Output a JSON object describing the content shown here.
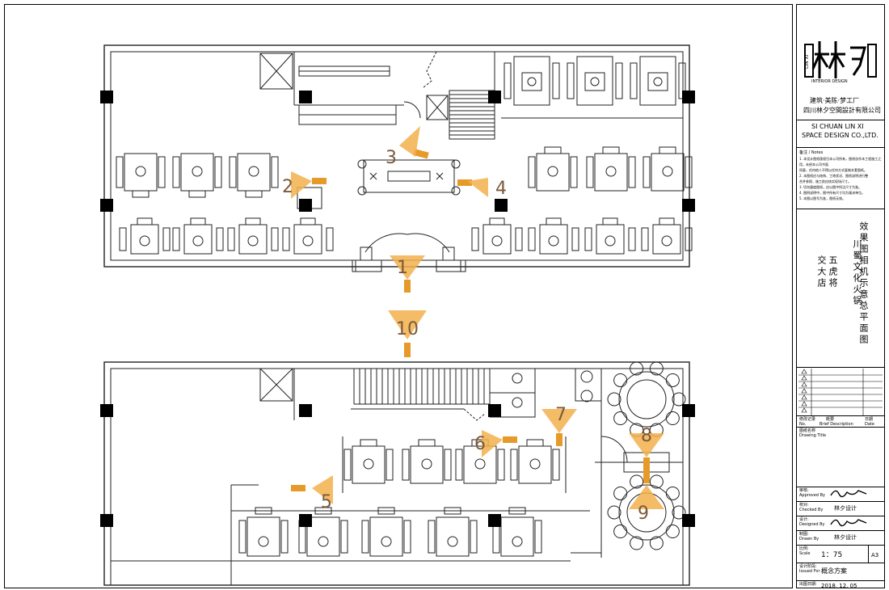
{
  "title_block": {
    "logo_text": "林夕",
    "logo_brand": "LIN XI",
    "logo_sub": "INTERIOR DESIGN",
    "company_line1": "建筑·美陈·梦工厂",
    "company_line2": "四川林夕空間設計有限公司",
    "english_line1": "SI CHUAN LIN XI",
    "english_line2": "SPACE DESIGN CO.,LTD.",
    "notes_title": "备注 / Notes",
    "notes": [
      "1. 本设计图纸版权归本公司所有，图纸仅作本工程施工之用，未经本公司书面",
      "同意，任何他人不得以任何方式复制本套图纸。",
      "2. 本图纸应与结构、工地状况、图纸说明进行整",
      "合并参照，施工前应核实现场尺寸。",
      "3. 切勿量度图纸，应以图中所注尺寸为准。",
      "4. 图例说明中，图中所有尺寸均为毫米单位。",
      "5. 本图以图号为准，图纸无效。"
    ],
    "project_name_line1": "五虎将",
    "project_name_line2": "交大店",
    "project_name_right": "川蜀文化火锅",
    "drawing_title": "效果图相机示意总平面图",
    "revision_header": "修改记录",
    "revision_col1": "No.",
    "revision_col2": "Brief Description",
    "revision_col3": "Date",
    "revision_col2_cn": "概要",
    "revision_col3_cn": "日期",
    "drawing_title_label": "图纸名称",
    "drawing_title_label_en": "Drawing Title",
    "approved_label": "审核:",
    "approved_en": "Approved By",
    "checked_label": "校对:",
    "checked_en": "Checked By",
    "designed_label": "设计:",
    "designed_en": "Designed By",
    "drawn_label": "制图:",
    "drawn_en": "Drawn By",
    "signature_brand": "林夕设计",
    "scale_label": "比例:",
    "scale_en": "Scale",
    "scale_value": "1：75",
    "paper_size": "A3",
    "phase_label": "设计阶段:",
    "phase_en": "Issued For",
    "phase_value": "概念方案",
    "date_label": "出图日期:",
    "date_value": "2018. 12. 05"
  },
  "cameras": [
    "1",
    "2",
    "3",
    "4",
    "5",
    "6",
    "7",
    "8",
    "9",
    "10"
  ],
  "colors": {
    "camera": "#f3b04c",
    "camera_dark": "#e69a2a",
    "number": "#7a5a3a",
    "line": "#222222",
    "column": "#000000"
  }
}
